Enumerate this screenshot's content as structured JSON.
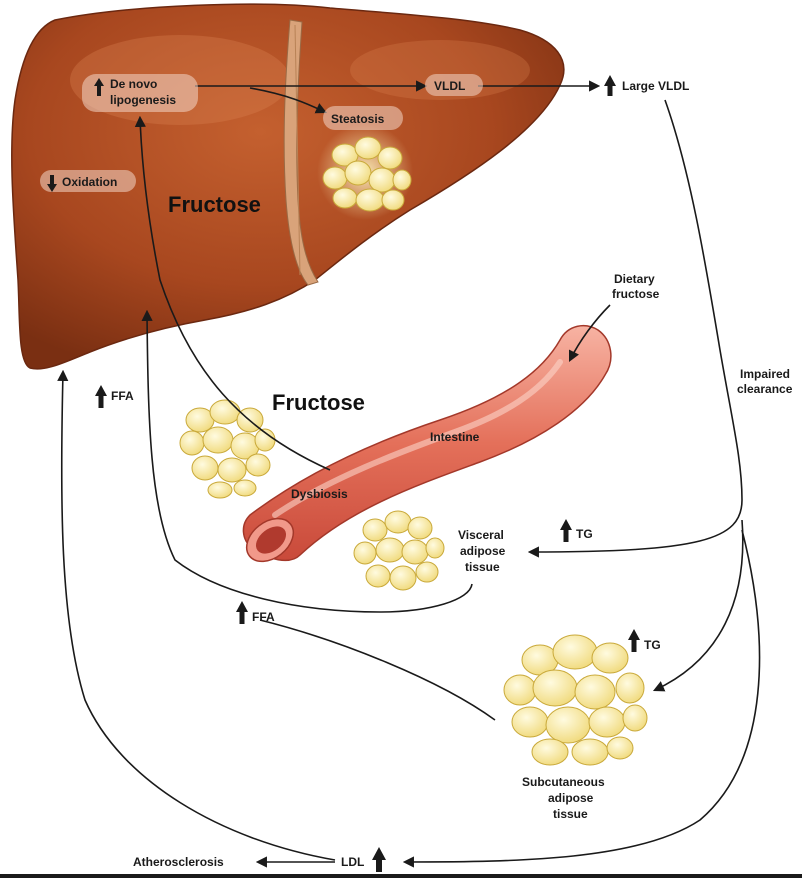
{
  "colors": {
    "liver_main": "#a8471f",
    "liver_dark": "#7a2f12",
    "liver_light": "#c9683d",
    "ligament": "#d9a37a",
    "fat_fill": "#f6e79a",
    "fat_stroke": "#c9a93a",
    "fat_glow": "#fff6c0",
    "intestine_outer": "#e0644f",
    "intestine_inner": "#f4a99a",
    "intestine_lumen": "#b03a2e",
    "arrow": "#1a1a1a",
    "label_pill": "#f3d6c6"
  },
  "labels": {
    "de_novo": "De novo",
    "lipogenesis": "lipogenesis",
    "oxidation": "Oxidation",
    "fructose_liver": "Fructose",
    "vldl": "VLDL",
    "large_vldl": "Large VLDL",
    "steatosis": "Steatosis",
    "dietary_1": "Dietary",
    "dietary_2": "fructose",
    "impaired_1": "Impaired",
    "impaired_2": "clearance",
    "fructose_gut": "Fructose",
    "intestine": "Intestine",
    "dysbiosis": "Dysbiosis",
    "ffa_top": "FFA",
    "tg_visceral": "TG",
    "visceral_1": "Visceral",
    "visceral_2": "adipose",
    "visceral_3": "tissue",
    "ffa_mid": "FFA",
    "tg_subcut": "TG",
    "subcut_1": "Subcutaneous",
    "subcut_2": "adipose",
    "subcut_3": "tissue",
    "atherosclerosis": "Atherosclerosis",
    "ldl": "LDL"
  }
}
